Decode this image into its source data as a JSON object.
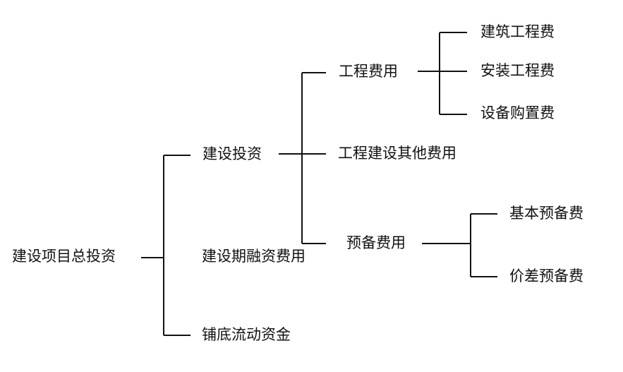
{
  "diagram": {
    "root": "建设项目总投资",
    "level1": {
      "construction_investment": "建设投资",
      "financing_cost": "建设期融资费用",
      "working_capital": "铺底流动资金"
    },
    "level2": {
      "engineering_cost": "工程费用",
      "other_cost": "工程建设其他费用",
      "reserve_cost": "预备费用"
    },
    "level3": {
      "building_cost": "建筑工程费",
      "installation_cost": "安装工程费",
      "equipment_cost": "设备购置费",
      "basic_reserve": "基本预备费",
      "price_reserve": "价差预备费"
    }
  }
}
